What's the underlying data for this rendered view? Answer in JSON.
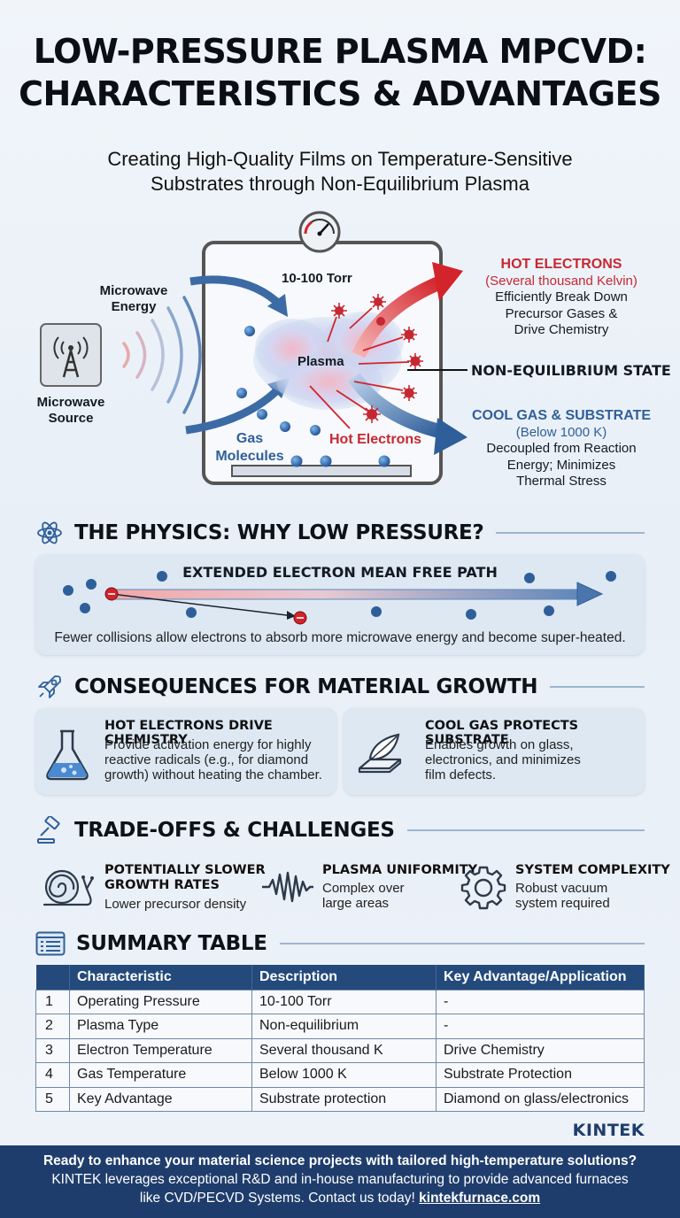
{
  "header": {
    "title_line1": "LOW-PRESSURE PLASMA MPCVD:",
    "title_line2": "CHARACTERISTICS & ADVANTAGES",
    "subtitle_line1": "Creating High-Quality Films on Temperature-Sensitive",
    "subtitle_line2": "Substrates through Non-Equilibrium Plasma"
  },
  "diagram": {
    "microwave_energy_l1": "Microwave",
    "microwave_energy_l2": "Energy",
    "microwave_source_l1": "Microwave",
    "microwave_source_l2": "Source",
    "pressure": "10-100 Torr",
    "plasma": "Plasma",
    "gas_molecules_l1": "Gas",
    "gas_molecules_l2": "Molecules",
    "hot_electrons_label": "Hot Electrons",
    "hot_electrons_title": "HOT ELECTRONS",
    "hot_electrons_temp": "(Several thousand Kelvin)",
    "hot_electrons_d1": "Efficiently Break Down",
    "hot_electrons_d2": "Precursor Gases &",
    "hot_electrons_d3": "Drive Chemistry",
    "non_equilibrium": "NON-EQUILIBRIUM STATE",
    "cool_gas_title": "COOL GAS & SUBSTRATE",
    "cool_gas_temp": "(Below 1000 K)",
    "cool_gas_d1": "Decoupled from Reaction",
    "cool_gas_d2": "Energy; Minimizes",
    "cool_gas_d3": "Thermal Stress"
  },
  "physics": {
    "heading": "THE PHYSICS: WHY LOW PRESSURE?",
    "banner": "EXTENDED ELECTRON MEAN FREE PATH",
    "caption": "Fewer collisions allow electrons to absorb more microwave energy and become super-heated."
  },
  "consequences": {
    "heading": "CONSEQUENCES FOR MATERIAL GROWTH",
    "card1_title": "HOT ELECTRONS DRIVE CHEMISTRY",
    "card1_body_l1": "Provide activation energy for highly",
    "card1_body_l2": "reactive radicals (e.g., for diamond",
    "card1_body_l3": "growth) without heating the chamber.",
    "card2_title": "COOL GAS PROTECTS SUBSTRATE",
    "card2_body_l1": "Enables growth on glass,",
    "card2_body_l2": "electronics, and minimizes",
    "card2_body_l3": "film defects."
  },
  "tradeoffs": {
    "heading": "TRADE-OFFS & CHALLENGES",
    "item1_title_l1": "POTENTIALLY SLOWER",
    "item1_title_l2": "GROWTH RATES",
    "item1_body": "Lower precursor density",
    "item2_title": "PLASMA UNIFORMITY",
    "item2_body_l1": "Complex over",
    "item2_body_l2": "large areas",
    "item3_title": "SYSTEM COMPLEXITY",
    "item3_body_l1": "Robust vacuum",
    "item3_body_l2": "system required"
  },
  "summary": {
    "heading": "SUMMARY TABLE",
    "columns": [
      "",
      "Characteristic",
      "Description",
      "Key Advantage/Application"
    ],
    "rows": [
      [
        "1",
        "Operating Pressure",
        "10-100 Torr",
        "-"
      ],
      [
        "2",
        "Plasma Type",
        "Non-equilibrium",
        "-"
      ],
      [
        "3",
        "Electron Temperature",
        "Several thousand K",
        "Drive Chemistry"
      ],
      [
        "4",
        "Gas Temperature",
        "Below 1000 K",
        "Substrate Protection"
      ],
      [
        "5",
        "Key Advantage",
        "Substrate protection",
        "Diamond on glass/electronics"
      ]
    ]
  },
  "brand": "KINTEK",
  "footer": {
    "line1": "Ready to enhance your material science projects with tailored high-temperature solutions?",
    "line2": "KINTEK leverages exceptional R&D and in-house manufacturing to provide advanced furnaces",
    "line3": "like CVD/PECVD Systems. Contact us today!",
    "link": "kintekfurnace.com"
  },
  "colors": {
    "accent_red": "#d8252b",
    "accent_blue": "#2f5f9a",
    "footer_bg": "#1f3d6c"
  }
}
